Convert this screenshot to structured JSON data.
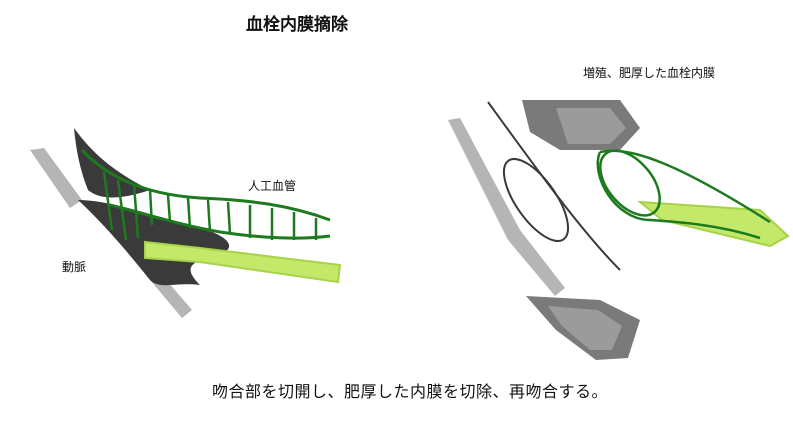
{
  "title": "血栓内膜摘除",
  "labels": {
    "graft": "人工血管",
    "artery": "動脈",
    "thickened_intima": "増殖、肥厚した血栓内膜"
  },
  "caption": "吻合部を切開し、肥厚した内膜を切除、再吻合する。",
  "colors": {
    "graft_green": "#1e7a1e",
    "intima_lime": "#c4e86a",
    "artery_dark": "#3a3a3a",
    "wall_gray": "#b5b5b5",
    "thrombus_gray": "#7a7a7a"
  }
}
